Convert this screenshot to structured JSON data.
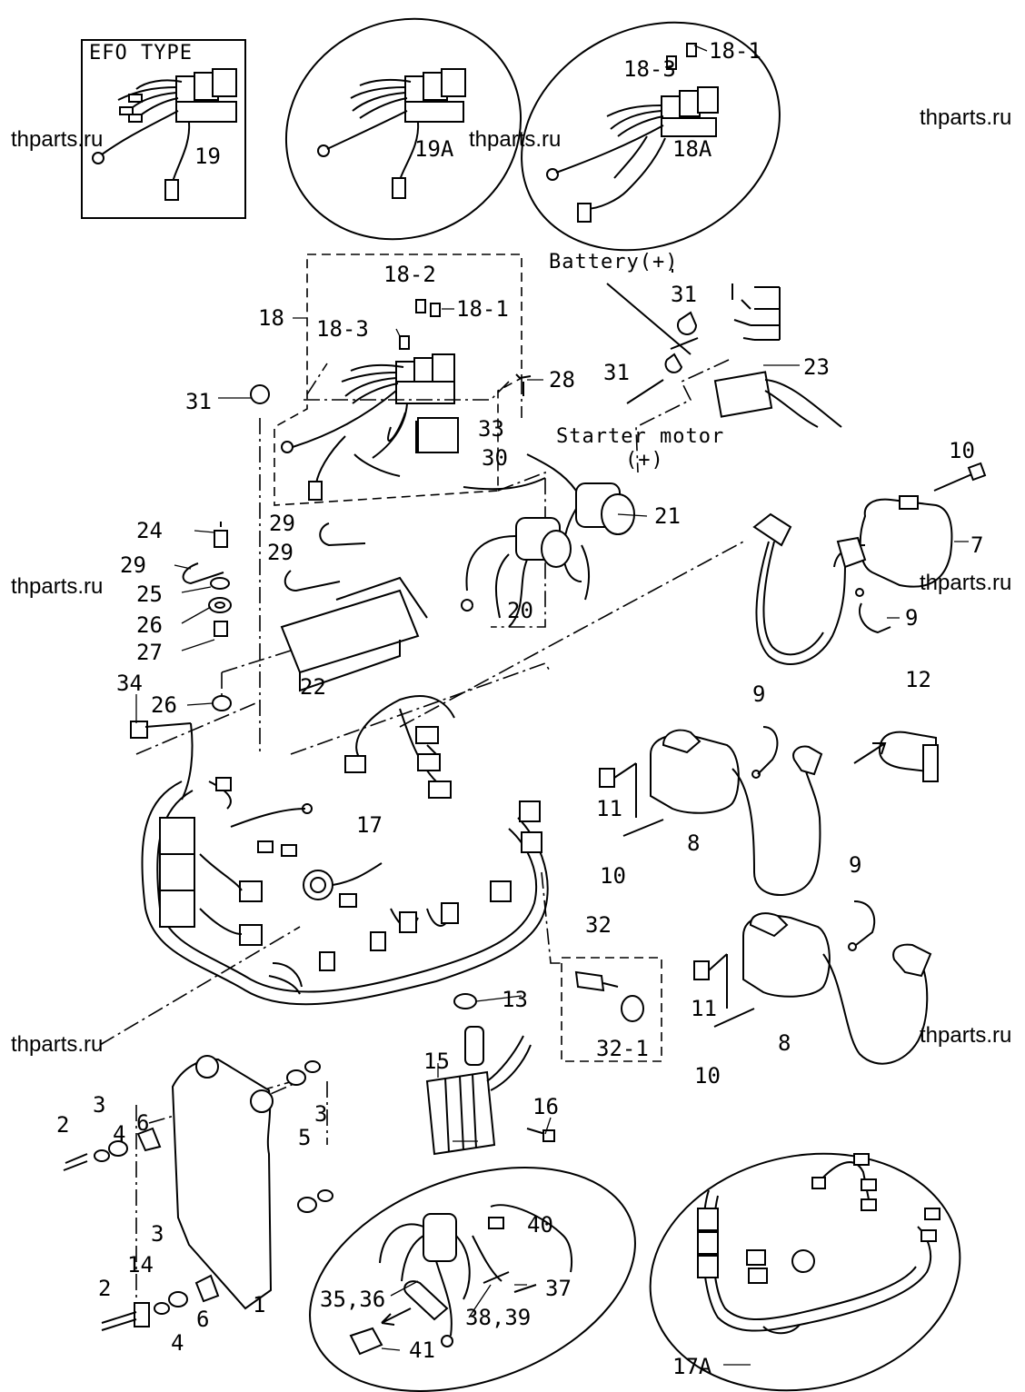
{
  "watermarks": [
    "thparts.ru",
    "thparts.ru",
    "thparts.ru",
    "thparts.ru",
    "thparts.ru",
    "thparts.ru",
    "thparts.ru"
  ],
  "inset_efo": {
    "title": "EFO TYPE",
    "part": "19"
  },
  "inset_19a": {
    "part": "19A"
  },
  "inset_18a": {
    "parts": [
      "18-3",
      "18-1",
      "18A"
    ]
  },
  "labels": {
    "battery": "Battery(+)",
    "starter": "Starter motor",
    "starter_plus": "(+)",
    "p18": "18",
    "p18_2": "18-2",
    "p18_3": "18-3",
    "p18_1": "18-1",
    "p31a": "31",
    "p31b": "31",
    "p31c": "31",
    "p23": "23",
    "p28": "28",
    "p33": "33",
    "p30": "30",
    "p21": "21",
    "p20": "20",
    "p10a": "10",
    "p7": "7",
    "p9a": "9",
    "p24": "24",
    "p29a": "29",
    "p29b": "29",
    "p29c": "29",
    "p25": "25",
    "p26a": "26",
    "p27": "27",
    "p22": "22",
    "p34": "34",
    "p26b": "26",
    "p9b": "9",
    "p12": "12",
    "p11a": "11",
    "p8a": "8",
    "p10b": "10",
    "p17": "17",
    "p32": "32",
    "p32_1": "32-1",
    "p13": "13",
    "p15": "15",
    "p16": "16",
    "p9c": "9",
    "p11b": "11",
    "p8b": "8",
    "p10c": "10",
    "p2a": "2",
    "p3a": "3",
    "p4a": "4",
    "p6a": "6",
    "p5": "5",
    "p3b": "3",
    "p2b": "2",
    "p14": "14",
    "p3c": "3",
    "p4b": "4",
    "p6b": "6",
    "p1": "1",
    "p40": "40",
    "p35_36": "35,36",
    "p37": "37",
    "p38_39": "38,39",
    "p41": "41",
    "p17a": "17A"
  }
}
